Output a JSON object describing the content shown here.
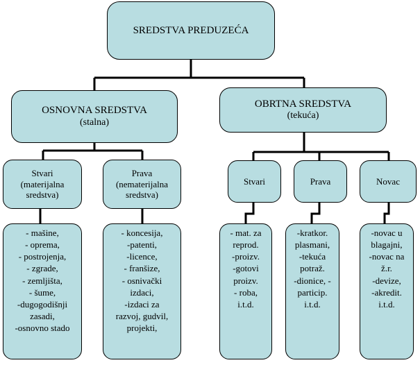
{
  "root": {
    "label": "SREDSTVA PREDUZEĆA"
  },
  "osnovna": {
    "title": "OSNOVNA SREDSTVA",
    "subtitle": "(stalna)",
    "stvari": {
      "lines": [
        "Stvari",
        "(materijalna",
        "sredstva)"
      ]
    },
    "prava": {
      "lines": [
        "Prava",
        "(nematerijalna",
        "sredstva)"
      ]
    },
    "stvari_list": [
      "- mašine,",
      "- oprema,",
      "- postrojenja,",
      "- zgrade,",
      "- zemljišta,",
      "- šume,",
      "-dugogodišnji",
      "zasadi,",
      "-osnovno stado"
    ],
    "prava_list": [
      "- koncesija,",
      "-patenti,",
      "-licence,",
      "- franšize,",
      "- osnivački",
      "izdaci,",
      "-izdaci za",
      "razvoj, gudvil,",
      "projekti,"
    ]
  },
  "obrtna": {
    "title": "OBRTNA SREDSTVA",
    "subtitle": "(tekuća)",
    "stvari": {
      "label": "Stvari"
    },
    "prava": {
      "label": "Prava"
    },
    "novac": {
      "label": "Novac"
    },
    "stvari_list": [
      "- mat. za",
      "reprod.",
      "-proizv.",
      "-gotovi",
      "proizv.",
      "- roba,",
      "i.t.d."
    ],
    "prava_list": [
      "-kratkor.",
      "plasmani,",
      "-tekuća",
      "potraž.",
      "-dionice, -",
      "particip.",
      "i.t.d."
    ],
    "novac_list": [
      "-novac u",
      "blagajni,",
      "-novac na",
      "ž.r.",
      "-devize,",
      "-akredit.",
      "i.t.d."
    ]
  }
}
